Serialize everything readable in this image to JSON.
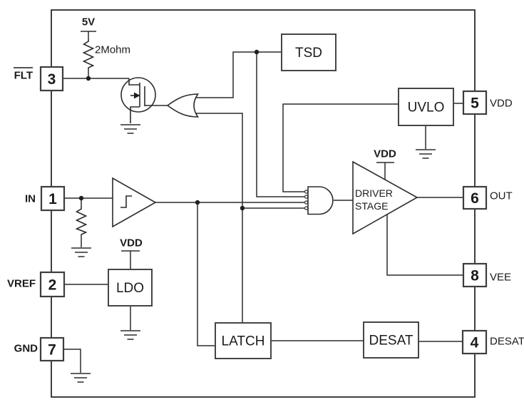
{
  "diagram_type": "gate-driver-ic-block-diagram",
  "pins": {
    "flt": {
      "number": "3",
      "name": "FLT",
      "active_low": true,
      "side": "left"
    },
    "in": {
      "number": "1",
      "name": "IN",
      "side": "left"
    },
    "vref": {
      "number": "2",
      "name": "VREF",
      "side": "left"
    },
    "gnd": {
      "number": "7",
      "name": "GND",
      "side": "left"
    },
    "vdd": {
      "number": "5",
      "name": "VDD",
      "side": "right"
    },
    "out": {
      "number": "6",
      "name": "OUT",
      "side": "right"
    },
    "vee": {
      "number": "8",
      "name": "VEE",
      "side": "right"
    },
    "desat": {
      "number": "4",
      "name": "DESAT",
      "side": "right"
    }
  },
  "blocks": {
    "tsd": "TSD",
    "uvlo": "UVLO",
    "ldo": "LDO",
    "latch": "LATCH",
    "desat": "DESAT",
    "driver_line1": "DRIVER",
    "driver_line2": "STAGE"
  },
  "labels": {
    "supply": "5V",
    "pullup_resistor": "2Mohm",
    "driver_vdd": "VDD",
    "ldo_vdd": "VDD"
  },
  "symbols": [
    "mosfet-icon",
    "or-gate-icon",
    "and-gate-icon",
    "schmitt-comparator-icon",
    "resistor-icon",
    "ground-icon",
    "power-rail-icon",
    "junction-dot"
  ],
  "colors": {
    "line": "#2b2b2b",
    "box_border": "#454545",
    "text": "#1a1a1a",
    "background": "#ffffff"
  }
}
